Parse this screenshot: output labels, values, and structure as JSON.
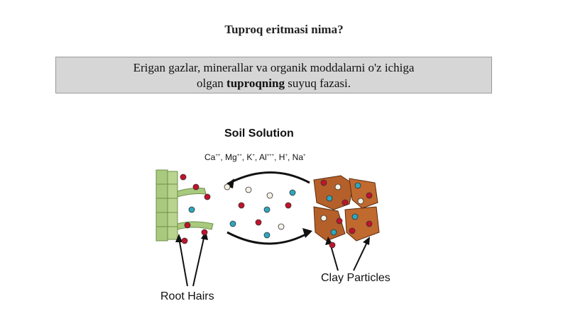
{
  "slide": {
    "title": "Tuproq eritmasi nima?",
    "definition_part1": "Erigan gazlar, minerallar va organik moddalarni o'z ichiga",
    "definition_part2_pre": "olgan",
    "definition_bold": "tuproqning",
    "definition_part2_post": "suyuq fazasi."
  },
  "diagram": {
    "title": "Soil Solution",
    "ions": [
      {
        "symbol": "Ca",
        "charge": "++"
      },
      {
        "symbol": "Mg",
        "charge": "++"
      },
      {
        "symbol": "K",
        "charge": "+"
      },
      {
        "symbol": "Al",
        "charge": "+++"
      },
      {
        "symbol": "H",
        "charge": "+"
      },
      {
        "symbol": "Na",
        "charge": "+"
      }
    ],
    "label_root": "Root Hairs",
    "label_clay": "Clay Particles",
    "colors": {
      "red_ion": "#c3122a",
      "cyan_ion": "#2ea6bd",
      "light_ion": "#f4f1e4",
      "root": "#a9c97e",
      "clay": "#b5602a"
    }
  }
}
